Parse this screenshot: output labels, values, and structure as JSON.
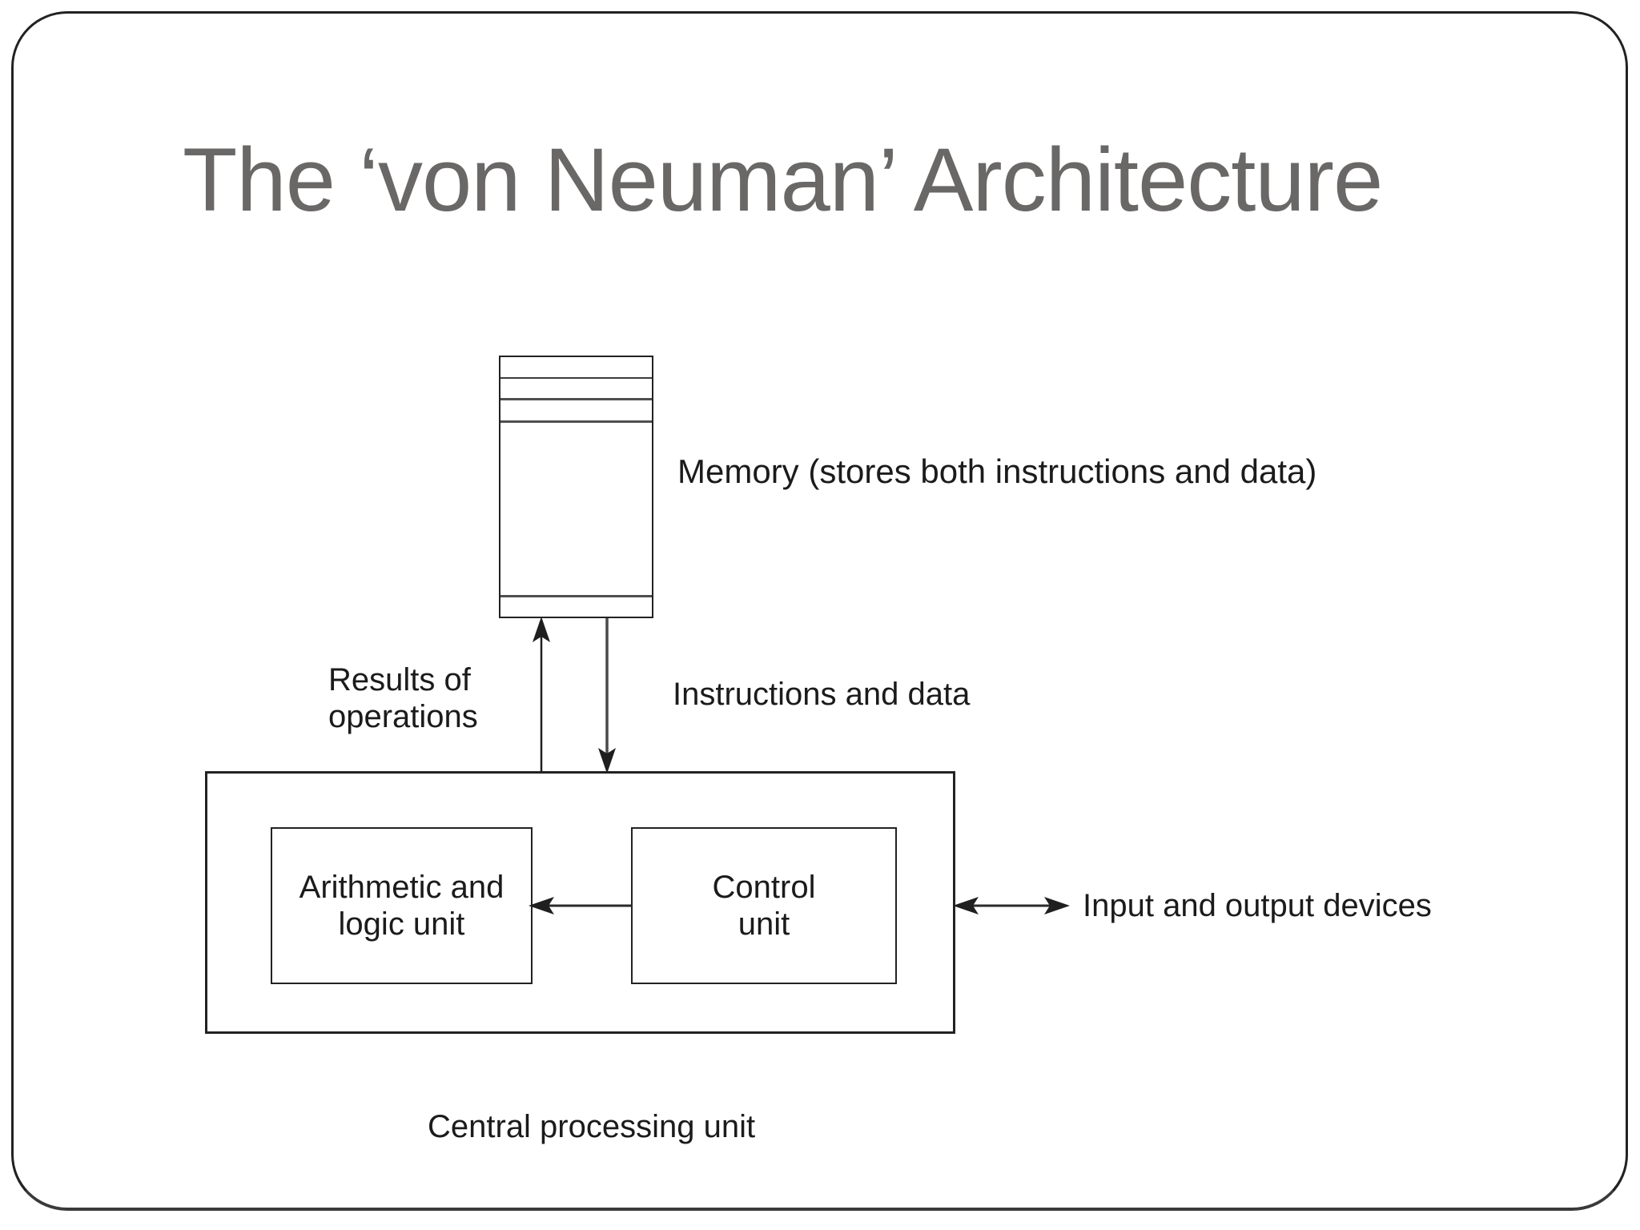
{
  "slide": {
    "title": "The ‘von Neuman’ Architecture"
  },
  "diagram": {
    "memory": {
      "label": "Memory (stores both instructions and data)"
    },
    "flows": {
      "results": [
        "Results of",
        "operations"
      ],
      "instructions": "Instructions and data",
      "io": "Input and output devices"
    },
    "cpu": {
      "label": "Central processing unit",
      "alu": [
        "Arithmetic and",
        "logic unit"
      ],
      "control": [
        "Control",
        "unit"
      ]
    }
  },
  "colors": {
    "title": "#6a6767",
    "line": "#222222",
    "text": "#1b1b1b",
    "background": "#ffffff"
  }
}
